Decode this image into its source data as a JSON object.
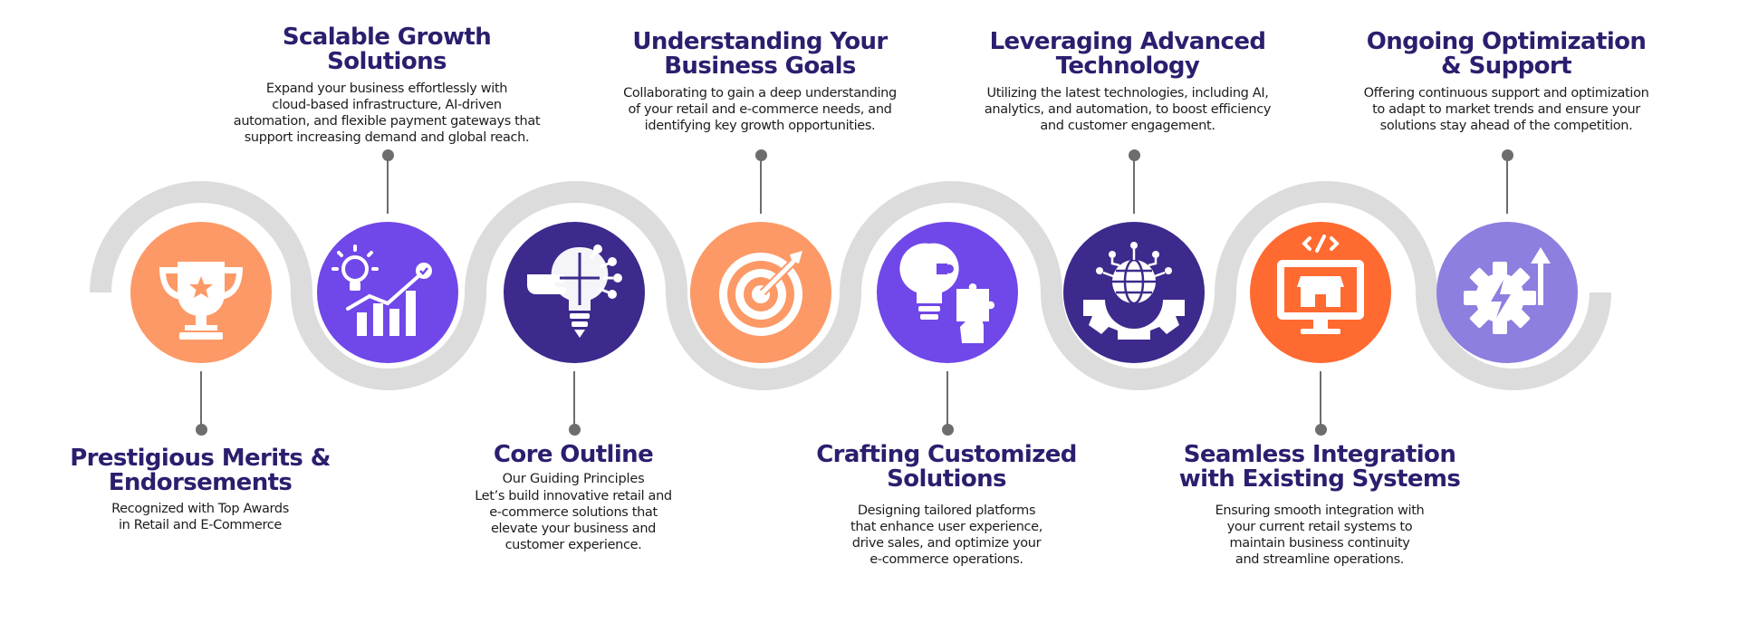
{
  "colors": {
    "title": "#2a1f6e",
    "text": "#1d1d1d",
    "track": "#dcdcdc",
    "connector": "#6d6d6d",
    "peach": "#fc9966",
    "violet": "#7047e8",
    "indigo": "#3d2a8c",
    "orange": "#ff6a30",
    "lavender": "#8c7fdf",
    "icon": "#ffffff"
  },
  "steps": [
    {
      "title": "Prestigious Merits &\nEndorsements",
      "description": "Recognized with Top Awards\nin Retail and E-Commerce",
      "icon": "trophy-icon",
      "color": "#fc9966"
    },
    {
      "title": "Scalable Growth\nSolutions",
      "description": "Expand your business effortlessly with\ncloud-based infrastructure, AI-driven\nautomation, and flexible payment gateways that\nsupport increasing demand and global reach.",
      "icon": "growth-chart-icon",
      "color": "#7047e8"
    },
    {
      "title": "Core Outline",
      "subtitle": "Our Guiding Principles",
      "description": "Let’s build innovative retail and\ne-commerce solutions that\nelevate your business and\ncustomer experience.",
      "icon": "hand-lightbulb-icon",
      "color": "#3d2a8c"
    },
    {
      "title": "Understanding Your\nBusiness Goals",
      "description": "Collaborating to gain a deep understanding\nof your retail and e-commerce needs, and\nidentifying key growth opportunities.",
      "icon": "target-icon",
      "color": "#fc9966"
    },
    {
      "title": "Crafting Customized\nSolutions",
      "description": "Designing tailored platforms\nthat enhance user experience,\ndrive sales, and optimize your\ne-commerce operations.",
      "icon": "puzzle-lightbulb-icon",
      "color": "#7047e8"
    },
    {
      "title": "Leveraging Advanced\nTechnology",
      "description": "Utilizing the latest technologies, including AI,\nanalytics, and automation, to boost efficiency\nand customer engagement.",
      "icon": "globe-gear-icon",
      "color": "#3d2a8c"
    },
    {
      "title": "Seamless Integration\nwith Existing Systems",
      "description": "Ensuring smooth integration with\nyour current retail systems to\nmaintain business continuity\nand streamline operations.",
      "icon": "storefront-monitor-icon",
      "color": "#ff6a30"
    },
    {
      "title": "Ongoing Optimization\n& Support",
      "description": "Offering continuous support and optimization\nto adapt to market trends and ensure your\nsolutions stay ahead of the competition.",
      "icon": "gear-arrow-icon",
      "color": "#8c7fdf"
    }
  ]
}
